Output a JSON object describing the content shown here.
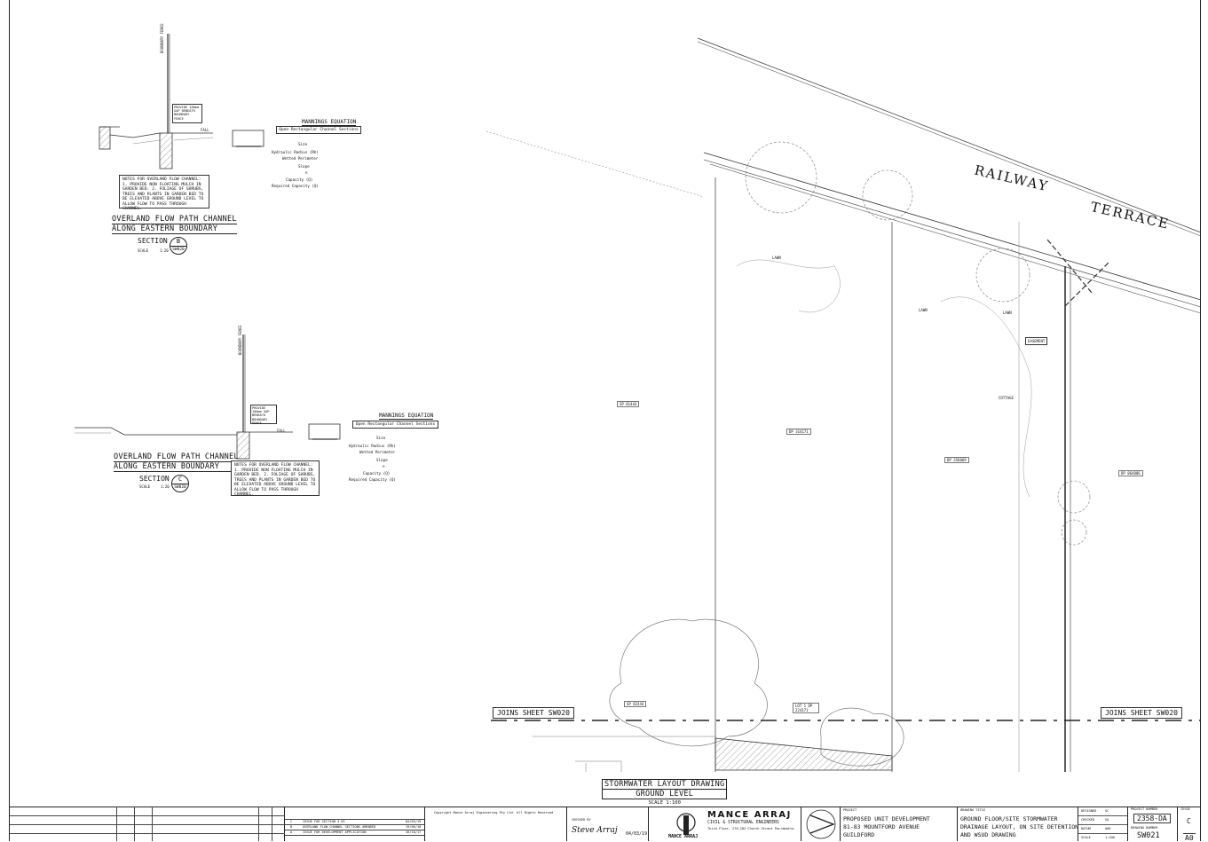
{
  "section_b": {
    "title_line1": "OVERLAND FLOW PATH CHANNEL",
    "title_line2": "ALONG EASTERN BOUNDARY",
    "section_label": "SECTION",
    "section_letter": "B",
    "section_sheet": "SW020",
    "scale_label": "SCALE",
    "scale_value": "1:20",
    "fence_label": "BOUNDARY FENCE",
    "gap_note": "PROVIDE 100mm GAP BENEATH BOUNDARY FENCE",
    "fall_label": "FALL",
    "notes_title": "NOTES FOR OVERLAND FLOW CHANNEL:",
    "notes_body": "1. PROVIDE NON FLOATING MULCH IN GARDEN BED. 2. FOLIAGE OF SHRUBS, TREES AND PLANTS IN GARDEN BED TO BE ELEVATED ABOVE GROUND LEVEL TO ALLOW FLOW TO PASS THROUGH CHANNEL.",
    "mannings_title": "MANNINGS EQUATION",
    "mannings_subtitle": "Open Rectangular Channel Sections",
    "rows": [
      "Size",
      "Hydraulic Radius (Rh)",
      "Wetted Perimeter",
      "Slope",
      "n",
      "Capacity (Q)",
      "Required Capacity (Q)"
    ]
  },
  "section_c": {
    "title_line1": "OVERLAND FLOW PATH CHANNEL",
    "title_line2": "ALONG EASTERN BOUNDARY",
    "section_label": "SECTION",
    "section_letter": "C",
    "section_sheet": "SW020",
    "scale_label": "SCALE",
    "scale_value": "1:20",
    "fence_label": "BOUNDARY FENCE",
    "gap_note": "PROVIDE 100mm GAP BENEATH BOUNDARY FENCE",
    "fall_label": "FALL",
    "notes_title": "NOTES FOR OVERLAND FLOW CHANNEL:",
    "notes_body": "1. PROVIDE NON FLOATING MULCH IN GARDEN BED. 2. FOLIAGE OF SHRUBS, TREES AND PLANTS IN GARDEN BED TO BE ELEVATED ABOVE GROUND LEVEL TO ALLOW FLOW TO PASS THROUGH CHANNEL.",
    "mannings_title": "MANNINGS EQUATION",
    "mannings_subtitle": "Open Rectangular Channel Sections",
    "rows": [
      "Size",
      "Hydraulic Radius (Rh)",
      "Wetted Perimeter",
      "Slope",
      "n",
      "Capacity (Q)",
      "Required Capacity (Q)"
    ]
  },
  "plan": {
    "street_line1": "RAILWAY",
    "street_line2": "TERRACE",
    "joins_left": "JOINS SHEET SW020",
    "joins_right": "JOINS SHEET SW020",
    "lot_labels": [
      "SP 81444",
      "DP 314171",
      "DP 356069",
      "DP 864086",
      "SP 82444",
      "LOT 1 DP 224171"
    ],
    "lawn_labels": [
      "LAWN",
      "LAWN",
      "LAWN"
    ],
    "cottage_label": "COTTAGE",
    "easement_label": "EASEMENT",
    "title_line1": "STORMWATER LAYOUT DRAWING",
    "title_line2": "GROUND LEVEL",
    "scale": "SCALE 1:100"
  },
  "title_block": {
    "revisions": [
      {
        "rev": "C",
        "description": "ISSUE FOR SECTION 4.55",
        "date": "04/03/19"
      },
      {
        "rev": "B",
        "description": "OVERLAND FLOW CHANNEL SECTIONS AMENDED",
        "date": "19/06/18"
      },
      {
        "rev": "A",
        "description": "ISSUE FOR DEVELOPMENT APPLICATION",
        "date": "16/10/17"
      }
    ],
    "copyright": "Copyright Mance Arraj Engineering Pty Ltd. All Rights Reserved",
    "checked_by_label": "CHECKED BY",
    "signature": "Steve Arraj",
    "sign_date": "04/03/19",
    "company_name": "MANCE ARRAJ",
    "company_sub": "CIVIL & STRUCTURAL ENGINEERS",
    "company_addr": "Third Floor, 270-282 Church Street Parramatta",
    "logo_text": "MANCE ARRAJ",
    "project_label": "PROJECT",
    "project_line1": "PROPOSED UNIT DEVELOPMENT",
    "project_line2": "81-83 MOUNTFORD AVENUE",
    "project_line3": "GUILDFORD",
    "drawing_title_label": "DRAWING TITLE",
    "drawing_line1": "GROUND FLOOR/SITE STORMWATER",
    "drawing_line2": "DRAINAGE LAYOUT, ON SITE DETENTION",
    "drawing_line3": "AND WSUD DRAWING",
    "designed_label": "DESIGNED",
    "designed_value": "SC",
    "checked_label": "CHECKED",
    "checked_value": "SA",
    "datum_label": "DATUM",
    "datum_value": "AHD",
    "scale_label": "SCALE",
    "scale_value": "1:100",
    "project_number_label": "PROJECT NUMBER",
    "project_number": "2358-DA",
    "drawing_number_label": "DRAWING NUMBER",
    "drawing_number": "SW021",
    "issue_label": "ISSUE",
    "issue_value": "C",
    "size_value": "A0"
  },
  "colors": {
    "line": "#222222",
    "light": "#666666",
    "hatch": "#555555"
  }
}
